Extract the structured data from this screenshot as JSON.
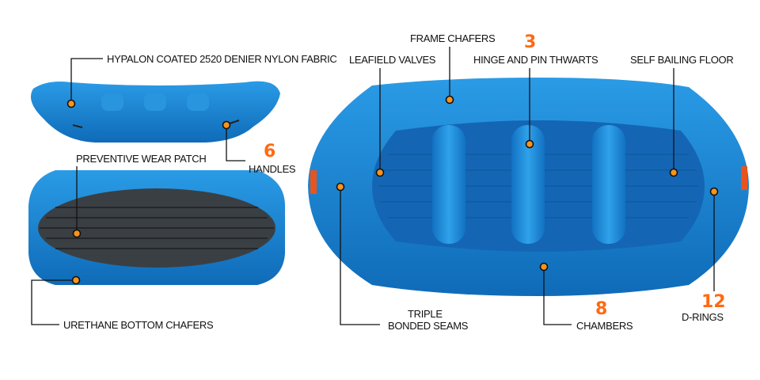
{
  "colors": {
    "raft": "#1a8ad8",
    "raft_dark": "#0f6bb8",
    "floor": "#3a3f44",
    "accent": "#ff6a13",
    "dot": "#f7931e"
  },
  "callouts": {
    "fabric": "HYPALON COATED 2520 DENIER NYLON FABRIC",
    "handles": {
      "number": "6",
      "label": "HANDLES"
    },
    "wear_patch": "PREVENTIVE WEAR PATCH",
    "bottom_chafers": "URETHANE BOTTOM CHAFERS",
    "valves": "LEAFIELD VALVES",
    "frame_chafers": "FRAME CHAFERS",
    "thwarts": {
      "number": "3",
      "label": "HINGE AND PIN THWARTS"
    },
    "floor": "SELF BAILING FLOOR",
    "seams": {
      "line1": "TRIPLE",
      "line2": "BONDED SEAMS"
    },
    "chambers": {
      "number": "8",
      "label": "CHAMBERS"
    },
    "d_rings": {
      "number": "12",
      "label": "D-RINGS"
    }
  }
}
